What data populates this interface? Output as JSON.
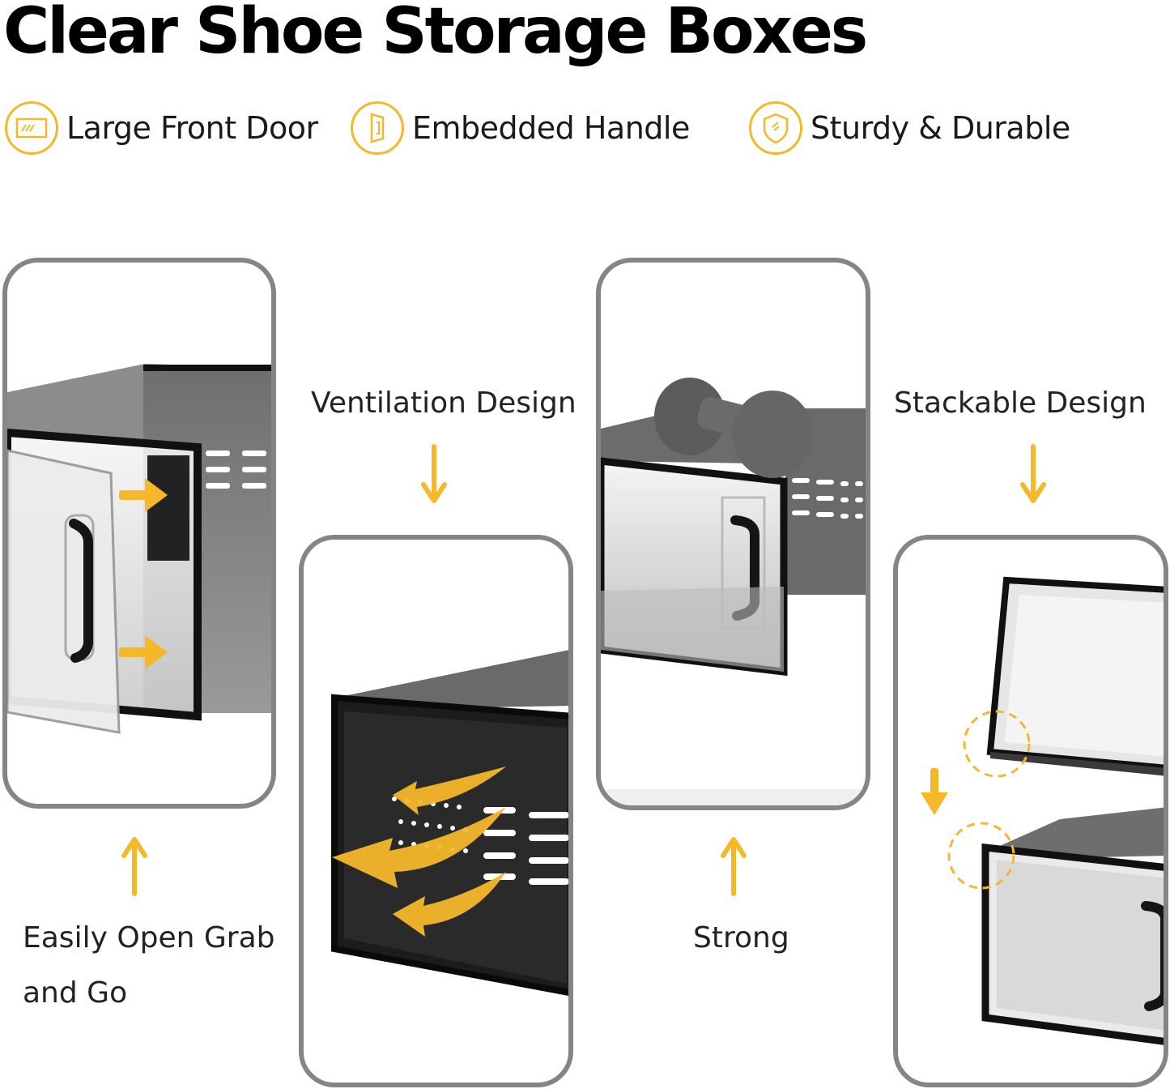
{
  "title": "Clear Shoe Storage Boxes",
  "features": [
    {
      "icon": "door-icon",
      "label": "Large Front Door"
    },
    {
      "icon": "handle-icon",
      "label": "Embedded Handle"
    },
    {
      "icon": "shield-icon",
      "label": "Sturdy & Durable"
    }
  ],
  "captions": {
    "easy_open_line1": "Easily Open Grab",
    "easy_open_line2": "and Go",
    "ventilation": "Ventilation Design",
    "strong": "Strong",
    "stackable": "Stackable Design"
  },
  "colors": {
    "accent": "#f5b829",
    "frame": "#858585",
    "box": "#1c1c1c"
  }
}
